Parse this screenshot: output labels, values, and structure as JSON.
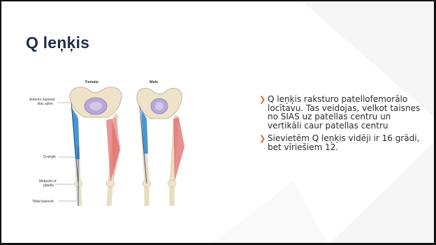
{
  "slide": {
    "title": "Q leņķis",
    "bullets": [
      "Q leņķis raksturo patellofemorālo locītavu. Tas veidojas, velkot taisnes no SIAS uz patellas centru un vertikāli caur patellas centru",
      "Sievietēm Q leņķis vidēji ir 16 grādi, bet vīriešiem 12."
    ],
    "bullet_icon": "chevron-right-icon",
    "accent_color": "#e06a2a",
    "title_color": "#1f2d4a"
  },
  "figure": {
    "female_label": "Female",
    "male_label": "Male",
    "labels": {
      "asis_line1": "Anterior superior",
      "asis_line2": "iliac spine",
      "q_angle": "Q-angle",
      "midpoint_line1": "Midpoint of",
      "midpoint_line2": "patella",
      "tibial": "Tibial tubercle"
    }
  }
}
